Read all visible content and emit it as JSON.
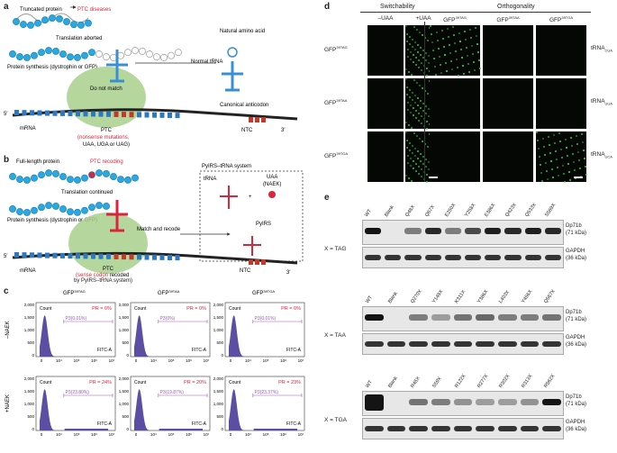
{
  "panels": {
    "a": {
      "label": "a",
      "truncated": "Truncated protein",
      "ptc_diseases": "PTC diseases",
      "translation": "Translation aborted",
      "natural_aa": "Natural amino acid",
      "synthesis": "Protein synthesis (dystrophin or GFP)",
      "normal_trna": "Normal tRNA",
      "do_not_match": "Do not match",
      "canonical": "Canonical anticodon",
      "five": "5′",
      "three": "3′",
      "mrna": "mRNA",
      "ptc": "PTC",
      "nonsense": "(nonsense mutations,",
      "codons": "UAA, UGA or UAG)",
      "ntc": "NTC"
    },
    "b": {
      "label": "b",
      "fulllength": "Full-length protein",
      "ptc_recoding": "PTC recoding",
      "system": "PyIRS–tRNA system",
      "trna": "tRNA",
      "uaa": "UAA",
      "naek": "(NAEK)",
      "pyirs": "PyIRS",
      "plus": "+",
      "translation": "Translation continued",
      "synthesis": "Protein synthesis (dystrophin or GFP)",
      "match": "Match and recode",
      "five": "5′",
      "three": "3′",
      "mrna": "mRNA",
      "ptc": "PTC",
      "sense": "(sense codon",
      "recoded": "recoded",
      "recoded_by": "by PyIRS–tRNA system)",
      "ntc": "NTC"
    },
    "c": {
      "label": "c",
      "cols": [
        "GFP39TAG",
        "GFP39TAA",
        "GFP39TGA"
      ],
      "col_base": "GFP",
      "col_sup": [
        "39TAG",
        "39TAA",
        "39TGA"
      ],
      "row_labels": [
        "–NAEK",
        "+NAEK"
      ],
      "count": "Count",
      "fitc": "FITC-A",
      "yticks": [
        "2,000",
        "1,500",
        "1,000",
        "500",
        "0"
      ],
      "xticks": [
        "0",
        "10⁴",
        "10⁵",
        "10⁶",
        "10⁷"
      ],
      "pr": [
        [
          "PR = 0%",
          "PR = 0%",
          "PR = 0%"
        ],
        [
          "PR = 24%",
          "PR = 20%",
          "PR = 23%"
        ]
      ],
      "p3": [
        [
          "P3(0.01%)",
          "P3(0%)",
          "P3(0.01%)"
        ],
        [
          "P3(23.80%)",
          "P3(19.87%)",
          "P3(23.37%)"
        ]
      ],
      "colors": {
        "fill": "#5b4ea3",
        "gate": "#9b59b6",
        "pr": "#d7263d"
      }
    },
    "d": {
      "label": "d",
      "switch": "Switchability",
      "orth": "Orthogonality",
      "cols": [
        "–UAA",
        "+UAA",
        "GFP39TAG",
        "GFP39TAA",
        "GFP39TGA"
      ],
      "col_base": "GFP",
      "col_sup": [
        "39TAG",
        "39TAA",
        "39TGA"
      ],
      "rows_left_base": "GFP",
      "rows_left_sup": [
        "39TAG",
        "39TAA",
        "39TGA"
      ],
      "rows_right_base": "tRNA",
      "rows_right_sub": [
        "CUA",
        "UUA",
        "UCA"
      ]
    },
    "e": {
      "label": "e",
      "blots": [
        {
          "x": "X = TAG",
          "lanes": [
            "WT",
            "Blank",
            "Q48X",
            "Q67X",
            "E250X",
            "Y258X",
            "E386X",
            "Q423X",
            "Q533X",
            "S569X"
          ]
        },
        {
          "x": "X = TAA",
          "lanes": [
            "WT",
            "Blank",
            "Q270X",
            "Y149X",
            "K311X",
            "Y386X",
            "L403X",
            "Y456X",
            "Q567X"
          ]
        },
        {
          "x": "X = TGA",
          "lanes": [
            "WT",
            "Blank",
            "R45X",
            "S59X",
            "R122X",
            "R277X",
            "R302X",
            "R313X",
            "R562X"
          ]
        }
      ],
      "dp": "Dp71b",
      "dp_kda": "(71 kDa)",
      "gapdh": "GAPDH",
      "gapdh_kda": "(36 kDa)"
    }
  }
}
